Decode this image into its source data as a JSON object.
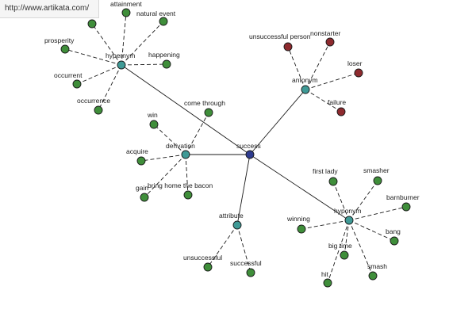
{
  "site": {
    "url": "http://www.artikata.com/"
  },
  "colors": {
    "core": "#2e3b8f",
    "relation": "#3f9a96",
    "word": "#3f8e3a",
    "antonym_word": "#8e2a2e",
    "edge": "#1a1a1a"
  },
  "graph": {
    "nodes": [
      {
        "id": "success",
        "label": "success",
        "kind": "core"
      },
      {
        "id": "hypernym",
        "label": "hypernym",
        "kind": "relation"
      },
      {
        "id": "antonym",
        "label": "antonym",
        "kind": "relation"
      },
      {
        "id": "derivation",
        "label": "derivation",
        "kind": "relation"
      },
      {
        "id": "attribute",
        "label": "attribute",
        "kind": "relation"
      },
      {
        "id": "hyponym",
        "label": "hyponym",
        "kind": "relation"
      },
      {
        "id": "h-attainment",
        "label": "attainment",
        "kind": "word"
      },
      {
        "id": "h-natural-event",
        "label": "natural event",
        "kind": "word"
      },
      {
        "id": "h-prosperity",
        "label": "prosperity",
        "kind": "word"
      },
      {
        "id": "h-happening",
        "label": "happening",
        "kind": "word"
      },
      {
        "id": "h-occurrent",
        "label": "occurrent",
        "kind": "word"
      },
      {
        "id": "h-occurrence",
        "label": "occurrence",
        "kind": "word"
      },
      {
        "id": "h-hidden",
        "label": "",
        "kind": "word"
      },
      {
        "id": "a-unsuccessful-person",
        "label": "unsuccessful person",
        "kind": "antonym_word"
      },
      {
        "id": "a-nonstarter",
        "label": "nonstarter",
        "kind": "antonym_word"
      },
      {
        "id": "a-loser",
        "label": "loser",
        "kind": "antonym_word"
      },
      {
        "id": "a-failure",
        "label": "failure",
        "kind": "antonym_word"
      },
      {
        "id": "d-come-through",
        "label": "come through",
        "kind": "word"
      },
      {
        "id": "d-win",
        "label": "win",
        "kind": "word"
      },
      {
        "id": "d-acquire",
        "label": "acquire",
        "kind": "word"
      },
      {
        "id": "d-gain",
        "label": "gain",
        "kind": "word"
      },
      {
        "id": "d-bring-home-the-bacon",
        "label": "bring home the bacon",
        "kind": "word"
      },
      {
        "id": "t-unsuccessful",
        "label": "unsuccessful",
        "kind": "word"
      },
      {
        "id": "t-successful",
        "label": "successful",
        "kind": "word"
      },
      {
        "id": "y-first-lady",
        "label": "first lady",
        "kind": "word"
      },
      {
        "id": "y-smasher",
        "label": "smasher",
        "kind": "word"
      },
      {
        "id": "y-barnburner",
        "label": "barnburner",
        "kind": "word"
      },
      {
        "id": "y-winning",
        "label": "winning",
        "kind": "word"
      },
      {
        "id": "y-bang",
        "label": "bang",
        "kind": "word"
      },
      {
        "id": "y-big-time",
        "label": "big time",
        "kind": "word"
      },
      {
        "id": "y-smash",
        "label": "smash",
        "kind": "word"
      },
      {
        "id": "y-hit",
        "label": "hit",
        "kind": "word"
      }
    ],
    "edges": [
      {
        "from": "success",
        "to": "hypernym",
        "style": "solid"
      },
      {
        "from": "success",
        "to": "antonym",
        "style": "solid"
      },
      {
        "from": "success",
        "to": "derivation",
        "style": "solid"
      },
      {
        "from": "success",
        "to": "attribute",
        "style": "solid"
      },
      {
        "from": "success",
        "to": "hyponym",
        "style": "solid"
      },
      {
        "from": "hypernym",
        "to": "h-attainment",
        "style": "dashed"
      },
      {
        "from": "hypernym",
        "to": "h-natural-event",
        "style": "dashed"
      },
      {
        "from": "hypernym",
        "to": "h-prosperity",
        "style": "dashed"
      },
      {
        "from": "hypernym",
        "to": "h-happening",
        "style": "dashed"
      },
      {
        "from": "hypernym",
        "to": "h-occurrent",
        "style": "dashed"
      },
      {
        "from": "hypernym",
        "to": "h-occurrence",
        "style": "dashed"
      },
      {
        "from": "hypernym",
        "to": "h-hidden",
        "style": "dashed"
      },
      {
        "from": "antonym",
        "to": "a-unsuccessful-person",
        "style": "dashed"
      },
      {
        "from": "antonym",
        "to": "a-nonstarter",
        "style": "dashed"
      },
      {
        "from": "antonym",
        "to": "a-loser",
        "style": "dashed"
      },
      {
        "from": "antonym",
        "to": "a-failure",
        "style": "dashed"
      },
      {
        "from": "derivation",
        "to": "d-come-through",
        "style": "dashed"
      },
      {
        "from": "derivation",
        "to": "d-win",
        "style": "dashed"
      },
      {
        "from": "derivation",
        "to": "d-acquire",
        "style": "dashed"
      },
      {
        "from": "derivation",
        "to": "d-gain",
        "style": "dashed"
      },
      {
        "from": "derivation",
        "to": "d-bring-home-the-bacon",
        "style": "dashed"
      },
      {
        "from": "attribute",
        "to": "t-unsuccessful",
        "style": "dashed"
      },
      {
        "from": "attribute",
        "to": "t-successful",
        "style": "dashed"
      },
      {
        "from": "hyponym",
        "to": "y-first-lady",
        "style": "dashed"
      },
      {
        "from": "hyponym",
        "to": "y-smasher",
        "style": "dashed"
      },
      {
        "from": "hyponym",
        "to": "y-barnburner",
        "style": "dashed"
      },
      {
        "from": "hyponym",
        "to": "y-winning",
        "style": "dashed"
      },
      {
        "from": "hyponym",
        "to": "y-bang",
        "style": "dashed"
      },
      {
        "from": "hyponym",
        "to": "y-big-time",
        "style": "dashed"
      },
      {
        "from": "hyponym",
        "to": "y-smash",
        "style": "dashed"
      },
      {
        "from": "hyponym",
        "to": "y-hit",
        "style": "dashed"
      }
    ]
  }
}
